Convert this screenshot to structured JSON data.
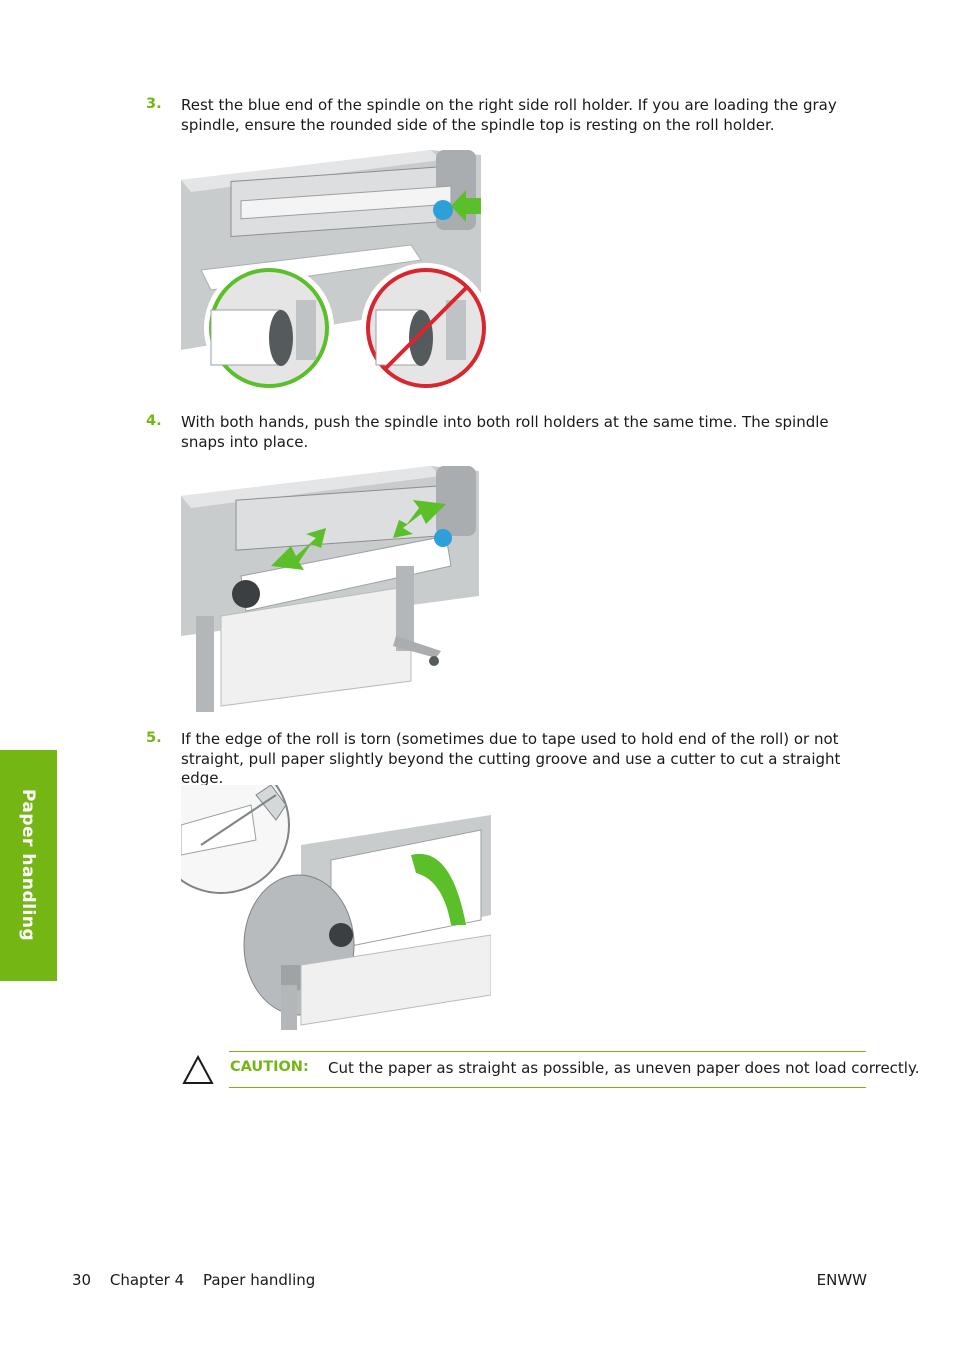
{
  "side_tab": {
    "label": "Paper handling"
  },
  "steps": [
    {
      "number": "3.",
      "text": "Rest the blue end of the spindle on the right side roll holder. If you are loading the gray spindle, ensure the rounded side of the spindle top is resting on the roll holder."
    },
    {
      "number": "4.",
      "text": "With both hands, push the spindle into both roll holders at the same time. The spindle snaps into place."
    },
    {
      "number": "5.",
      "text": "If the edge of the roll is torn (sometimes due to tape used to hold end of the roll) or not straight, pull paper slightly beyond the cutting groove and use a cutter to cut a straight edge."
    }
  ],
  "caution": {
    "label": "CAUTION:",
    "text": "Cut the paper as straight as possible, as uneven paper does not load correctly."
  },
  "footer": {
    "page_number": "30",
    "chapter": "Chapter 4",
    "section": "Paper handling",
    "right": "ENWW"
  },
  "colors": {
    "accent": "#74b714",
    "ok": "#5bbf2a",
    "error": "#d7262e",
    "spindle_blue": "#2ea0d8"
  }
}
